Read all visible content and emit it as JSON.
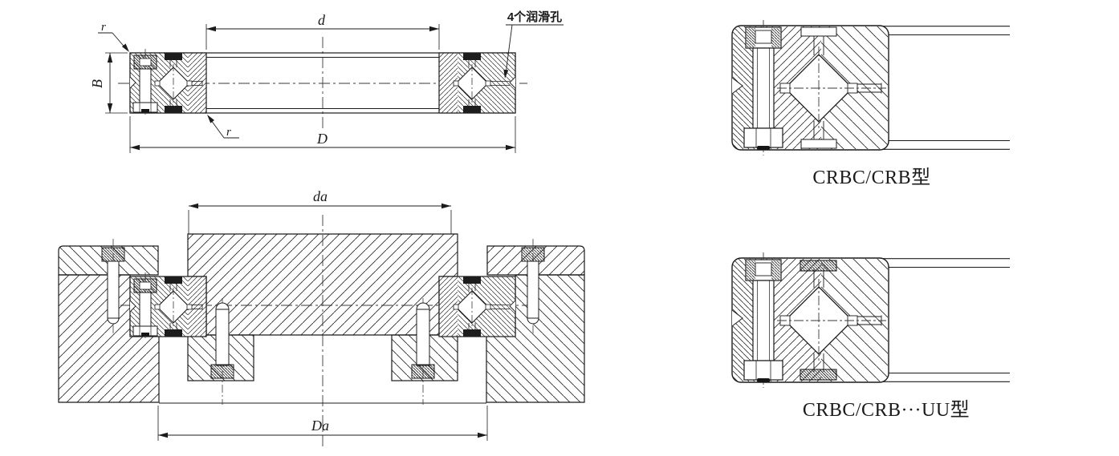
{
  "drawing_title": "Crossed roller bearing sections",
  "colors": {
    "line": "#1b1b1b",
    "background": "#ffffff"
  },
  "views": {
    "bearing_section": {
      "dim_bore": "d",
      "dim_outer": "D",
      "dim_width": "B",
      "fillet_top": "r",
      "fillet_bottom": "r",
      "lube_note": "4个润滑孔"
    },
    "mounting_section": {
      "dim_shaft_abutment": "da",
      "dim_housing_abutment": "Da"
    },
    "detail_open": {
      "caption": "CRBC/CRB型"
    },
    "detail_sealed": {
      "caption": "CRBC/CRB···UU型"
    }
  }
}
